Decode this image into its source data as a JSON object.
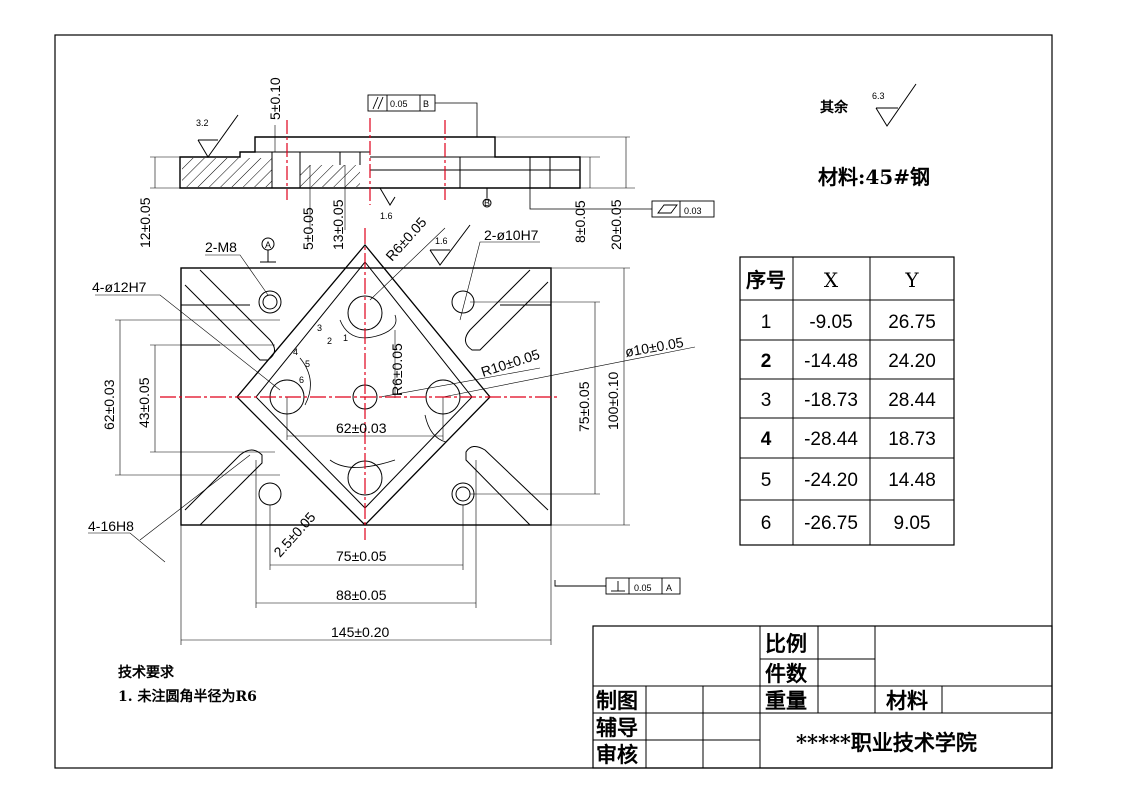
{
  "surface_rest": {
    "label": "其余",
    "roughness": "6.3"
  },
  "material_note": "材料:45#钢",
  "coord_table": {
    "headers": [
      "序号",
      "X",
      "Y"
    ],
    "rows": [
      [
        "1",
        "-9.05",
        "26.75"
      ],
      [
        "2",
        "-14.48",
        "24.20"
      ],
      [
        "3",
        "-18.73",
        "28.44"
      ],
      [
        "4",
        "-28.44",
        "18.73"
      ],
      [
        "5",
        "-24.20",
        "14.48"
      ],
      [
        "6",
        "-26.75",
        "9.05"
      ]
    ]
  },
  "tech_req": {
    "title": "技术要求",
    "item1": "1. 未注圆角半径为R6"
  },
  "title_block": {
    "scale": "比例",
    "quantity": "件数",
    "drawn": "制图",
    "weight": "重量",
    "material": "材料",
    "guide": "辅导",
    "review": "审核",
    "school": "*****职业技术学院"
  },
  "section_dims": {
    "roughness_32": "3.2",
    "roughness_16a": "1.6",
    "d5_010": "5±0.10",
    "d12": "12±0.05",
    "d5": "5±0.05",
    "d13": "13±0.05",
    "d8": "8±0.05",
    "d20": "20±0.05",
    "parallel_tol": "0.05",
    "parallel_datum": "B",
    "flatness_tol": "0.03",
    "datum_b": "B"
  },
  "plan_dims": {
    "m8": "2-M8",
    "datum_a": "A",
    "r6_top": "R6±0.05",
    "roughness_16b": "1.6",
    "h7_10": "2-ø10H7",
    "h7_12": "4-ø12H7",
    "r6_center": "R6±0.05",
    "r10": "R10±0.05",
    "phi10": "ø10±0.05",
    "d62v": "62±0.03",
    "d43": "43±0.05",
    "d62h": "62±0.03",
    "d75v": "75±0.05",
    "d100": "100±0.10",
    "h8": "4-16H8",
    "d25": "2.5±0.05",
    "d75h": "75±0.05",
    "d88": "88±0.05",
    "d145": "145±0.20",
    "perp_tol": "0.05",
    "perp_datum": "A",
    "pt1": "1",
    "pt2": "2",
    "pt3": "3",
    "pt4": "4",
    "pt5": "5",
    "pt6": "6"
  }
}
